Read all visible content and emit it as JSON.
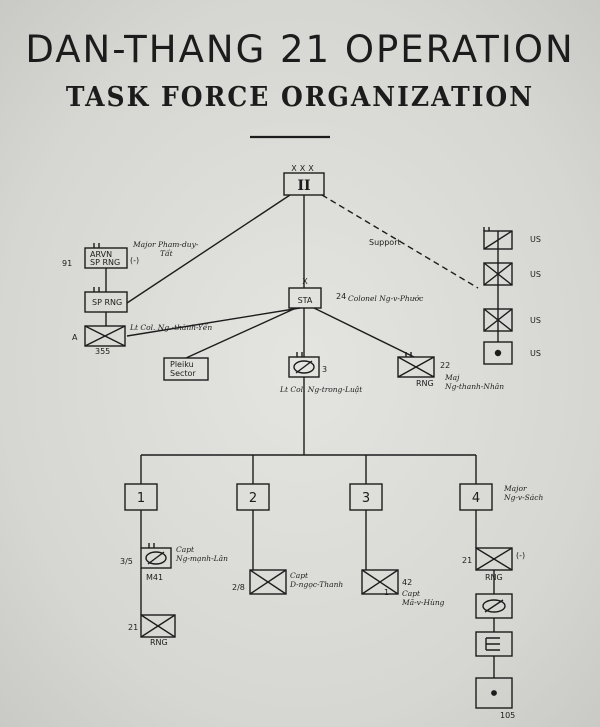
{
  "title": "DAN-THANG 21 OPERATION",
  "subtitle": "TASK FORCE ORGANIZATION",
  "corps": {
    "echelon": "XXX",
    "label": "II"
  },
  "support_label": "Support",
  "left_group": {
    "arvn_sp_rng": "ARVN\nSP RNG",
    "minus": "(-)",
    "num_91": "91",
    "sp_rng": "SP RNG",
    "unit_a": "A",
    "num_355": "355",
    "cmdr_major": "Major Pham-duy-\nTất",
    "cmdr_ltcol": "Lt Col. Ng.-thành-Yến"
  },
  "right_group": {
    "us": [
      "US",
      "US",
      "US",
      "US"
    ]
  },
  "sta": {
    "label": "STA",
    "echelon": "X",
    "num": "24",
    "cmdr": "Colonel Ng-v-Phước"
  },
  "pleiku": "Pleiku\nSector",
  "mid_units": {
    "num_3": "3",
    "cmdr_3": "Lt Col. Ng-trong-Luật",
    "num_22": "22",
    "rng": "RNG",
    "cmdr_22": "Maj\nNg-thanh-Nhân"
  },
  "task_forces": [
    "1",
    "2",
    "3",
    "4"
  ],
  "tf4_cmdr": "Major\nNg-v-Sách",
  "tf1": {
    "unit_num": "3/5",
    "unit_sub": "M41",
    "cmdr": "Capt\nNg-mạnh-Lân",
    "num_21": "21",
    "rng": "RNG"
  },
  "tf2": {
    "unit_num": "2/8",
    "cmdr": "Capt\nD-ngọc-Thanh"
  },
  "tf3": {
    "unit_num": "42",
    "sub": "1",
    "cmdr": "Capt\nMã-v-Hùng"
  },
  "tf4": {
    "num_21": "21",
    "minus": "(-)",
    "rng": "RNG",
    "num_105": "105"
  },
  "colors": {
    "ink": "#1c1c1c",
    "paper": "#d9d9d6"
  }
}
